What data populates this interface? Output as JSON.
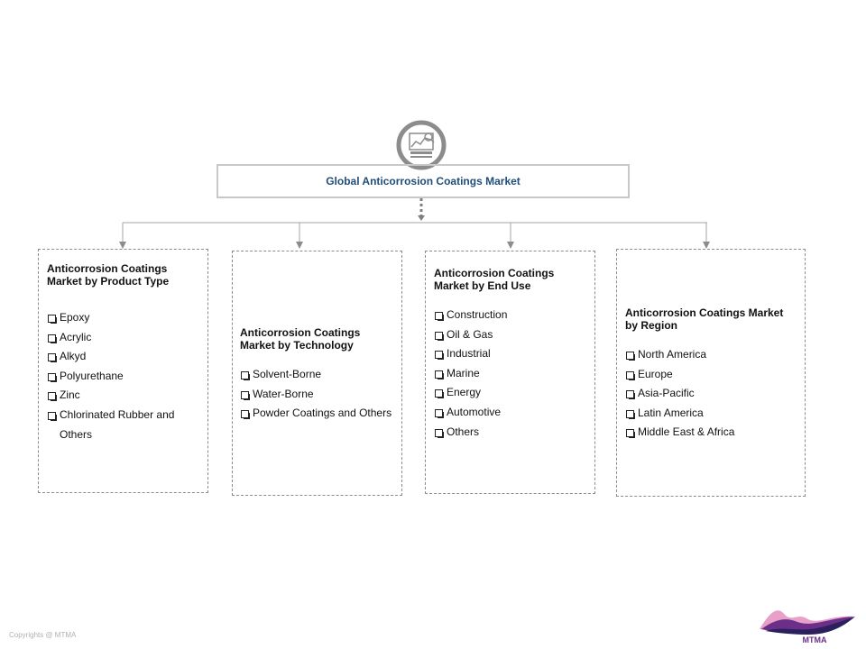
{
  "diagram": {
    "title": "Global Anticorrosion Coatings Market",
    "icon": "market-analysis-icon",
    "segments": [
      {
        "title_lines": [
          "Anticorrosion Coatings",
          "Market by Product Type"
        ],
        "items": [
          "Epoxy",
          "Acrylic",
          "Alkyd",
          "Polyurethane",
          "Zinc",
          "Chlorinated Rubber and Others"
        ]
      },
      {
        "title_lines": [
          "Anticorrosion Coatings",
          "Market by Technology"
        ],
        "items": [
          "Solvent-Borne",
          "Water-Borne",
          "Powder Coatings and Others"
        ]
      },
      {
        "title_lines": [
          "Anticorrosion Coatings",
          "Market by End Use"
        ],
        "items": [
          "Construction",
          "Oil & Gas",
          "Industrial",
          "Marine",
          "Energy",
          "Automotive",
          "Others"
        ]
      },
      {
        "title_lines": [
          "Anticorrosion Coatings Market",
          "by Region"
        ],
        "items": [
          "North America",
          "Europe",
          "Asia-Pacific",
          "Latin America",
          "Middle East & Africa"
        ]
      }
    ]
  },
  "footer": {
    "copyright": "Copyrights @ MTMA",
    "logo_text": "MTMA"
  },
  "colors": {
    "title_text": "#1f4e79",
    "icon_ring": "#8c8c8c",
    "connector": "#a6a6a6",
    "logo_purple": "#6b2f8a",
    "logo_pink": "#e8a0c8",
    "logo_navy": "#2b1f5c"
  }
}
